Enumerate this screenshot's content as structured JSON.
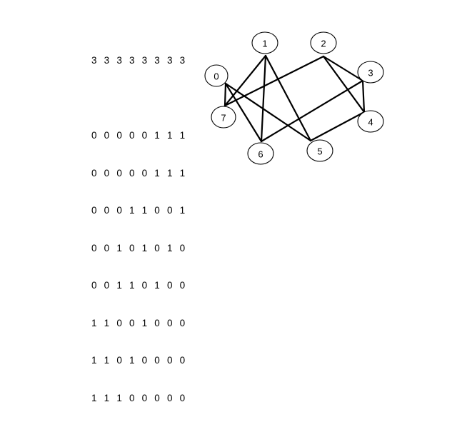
{
  "degree_sequence": "3 3 3 3 3 3 3 3",
  "adjacency_matrix": [
    "0 0 0 0 0 1 1 1",
    "0 0 0 0 0 1 1 1",
    "0 0 0 1 1 0 0 1",
    "0 0 1 0 1 0 1 0",
    "0 0 1 1 0 1 0 0",
    "1 1 0 0 1 0 0 0",
    "1 1 0 1 0 0 0 0",
    "1 1 1 0 0 0 0 0"
  ],
  "graph": {
    "nodes": [
      {
        "id": 0,
        "label": "0"
      },
      {
        "id": 1,
        "label": "1"
      },
      {
        "id": 2,
        "label": "2"
      },
      {
        "id": 3,
        "label": "3"
      },
      {
        "id": 4,
        "label": "4"
      },
      {
        "id": 5,
        "label": "5"
      },
      {
        "id": 6,
        "label": "6"
      },
      {
        "id": 7,
        "label": "7"
      }
    ],
    "edges": [
      [
        0,
        5
      ],
      [
        0,
        6
      ],
      [
        0,
        7
      ],
      [
        1,
        5
      ],
      [
        1,
        6
      ],
      [
        1,
        7
      ],
      [
        2,
        3
      ],
      [
        2,
        4
      ],
      [
        2,
        7
      ],
      [
        3,
        4
      ],
      [
        3,
        6
      ],
      [
        4,
        5
      ]
    ]
  }
}
